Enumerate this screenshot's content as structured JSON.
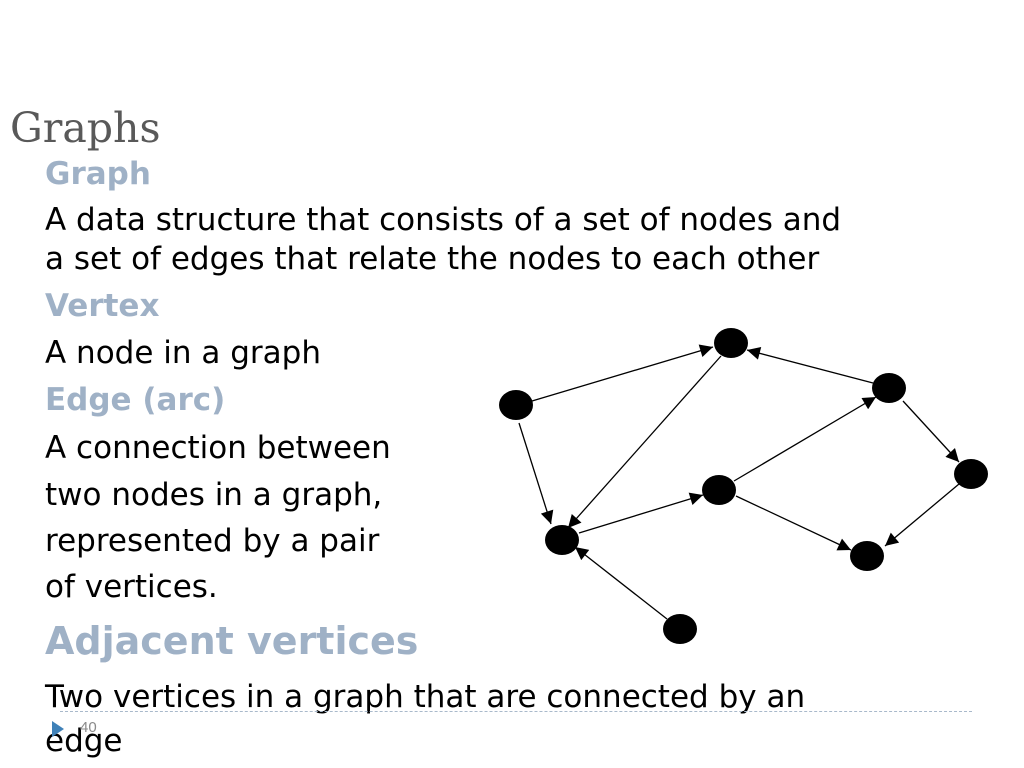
{
  "slide": {
    "title": "Graphs",
    "page_number": "40"
  },
  "definitions": [
    {
      "term": "Graph",
      "lines": [
        "A data structure that consists of a set of nodes and",
        "a set of edges that relate the nodes to each other"
      ]
    },
    {
      "term": "Vertex",
      "lines": [
        "A node in a graph"
      ]
    },
    {
      "term": "Edge (arc)",
      "lines": [
        "A connection between",
        "two nodes in a graph,",
        "represented by a pair",
        "of vertices."
      ]
    },
    {
      "term": "Adjacent vertices",
      "lines": [
        "Two vertices in a graph that are connected by an",
        "edge"
      ]
    }
  ],
  "colors": {
    "title": "#595959",
    "term": "#9fb1c6",
    "body": "#000000",
    "footer_arrow": "#3f81b8"
  },
  "footer": {
    "icon": "triangle-bullet-icon"
  }
}
